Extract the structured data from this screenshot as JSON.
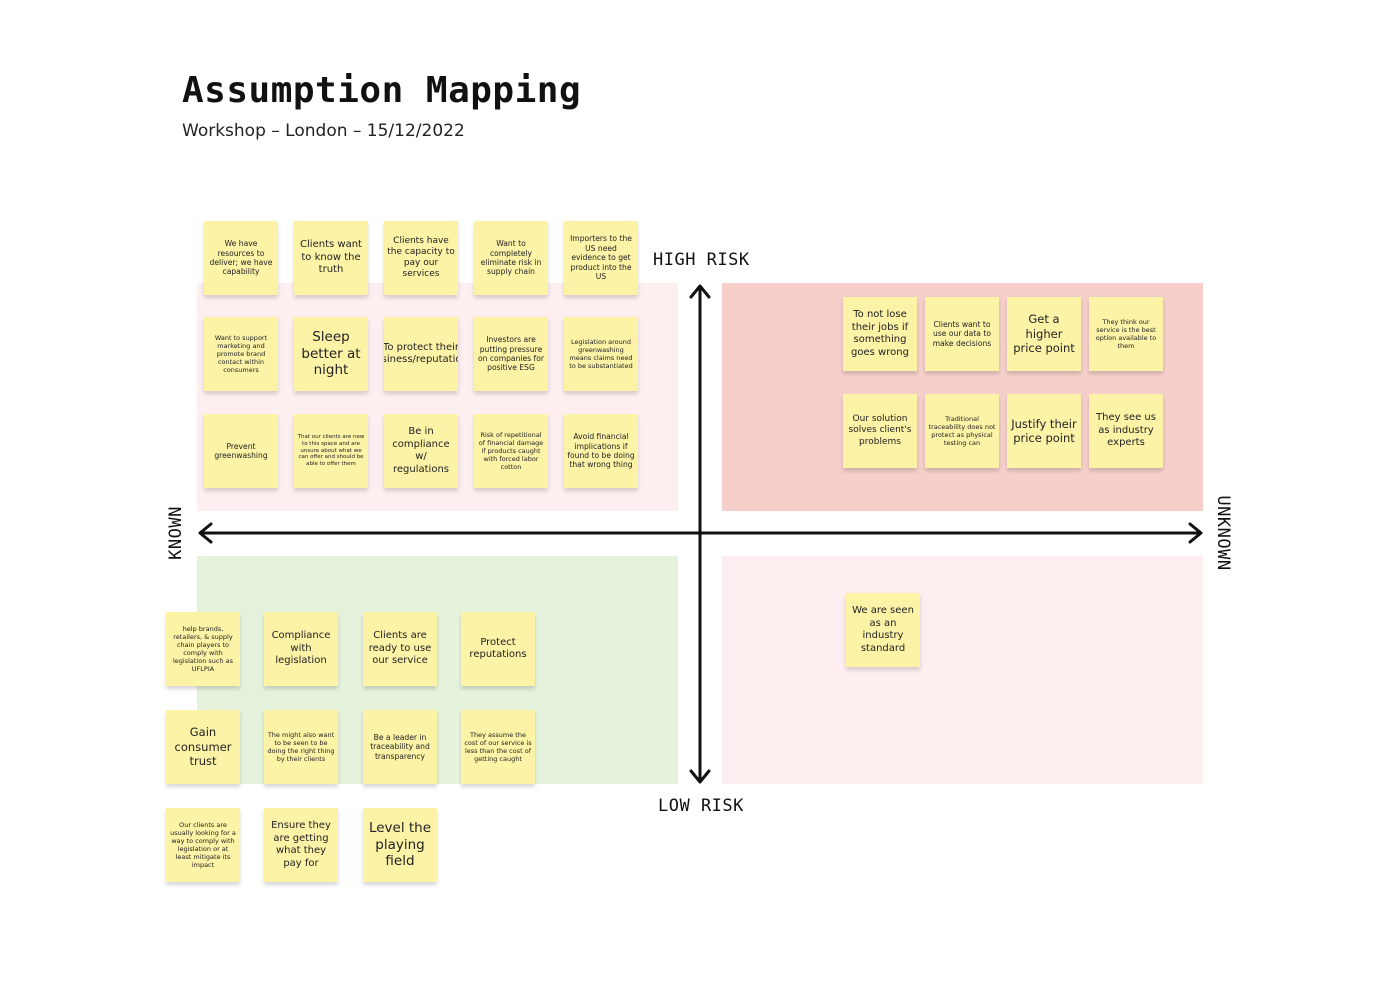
{
  "title": "Assumption Mapping",
  "subtitle": "Workshop – London – 15/12/2022",
  "axes": {
    "top": "HIGH RISK",
    "bottom": "LOW RISK",
    "left": "KNOWN",
    "right": "UNKNOWN"
  },
  "colors": {
    "known_high_risk": "#fdefef",
    "unknown_high_risk": "#f6cfca",
    "known_low_risk": "#e6f3dc",
    "unknown_low_risk": "#fdefef",
    "sticky_note": "#fcf3a7"
  },
  "known_high_risk": [
    "We have resources to deliver; we have capability",
    "Clients want to know the truth",
    "Clients have the capacity to pay our services",
    "Want to completely eliminate risk in supply chain",
    "Importers to the US need evidence to get product into the US",
    "Want to support marketing and promote brand contact within consumers",
    "Sleep better at night",
    "To protect their business/reputations",
    "Investors are putting pressure on companies for positive ESG",
    "Legislation around greenwashing means claims need to be substantiated",
    "Prevent greenwashing",
    "That our clients are new to this space and are unsure about what we can offer and should be able to offer them",
    "Be in compliance w/ regulations",
    "Risk of repetitional of financial damage if products caught with forced labor cotton",
    "Avoid financial implications if found to be doing that wrong thing"
  ],
  "unknown_high_risk": [
    "To not lose their jobs if something goes wrong",
    "Clients want to use our data to make decisions",
    "Get a higher price point",
    "They think our service is the best option available to them",
    "Our solution solves client's problems",
    "Traditional traceability does not protect as physical testing can",
    "Justify their price point",
    "They see us as industry experts"
  ],
  "known_low_risk": [
    "help brands, retailers, & supply chain players to comply with legislation such as UFLPIA",
    "Compliance with legislation",
    "Clients are ready to use our service",
    "Protect reputations",
    "Gain consumer trust",
    "The might also want to be seen to be doing the right thing by their clients",
    "Be a leader in traceability and transparency",
    "They assume the cost of our service is less than the cost of getting caught",
    "Our clients are usually looking for a way to comply with legislation or at least mitigate its impact",
    "Ensure they are getting what they pay for",
    "Level the playing field"
  ],
  "unknown_low_risk": [
    "We are seen as an industry standard"
  ]
}
